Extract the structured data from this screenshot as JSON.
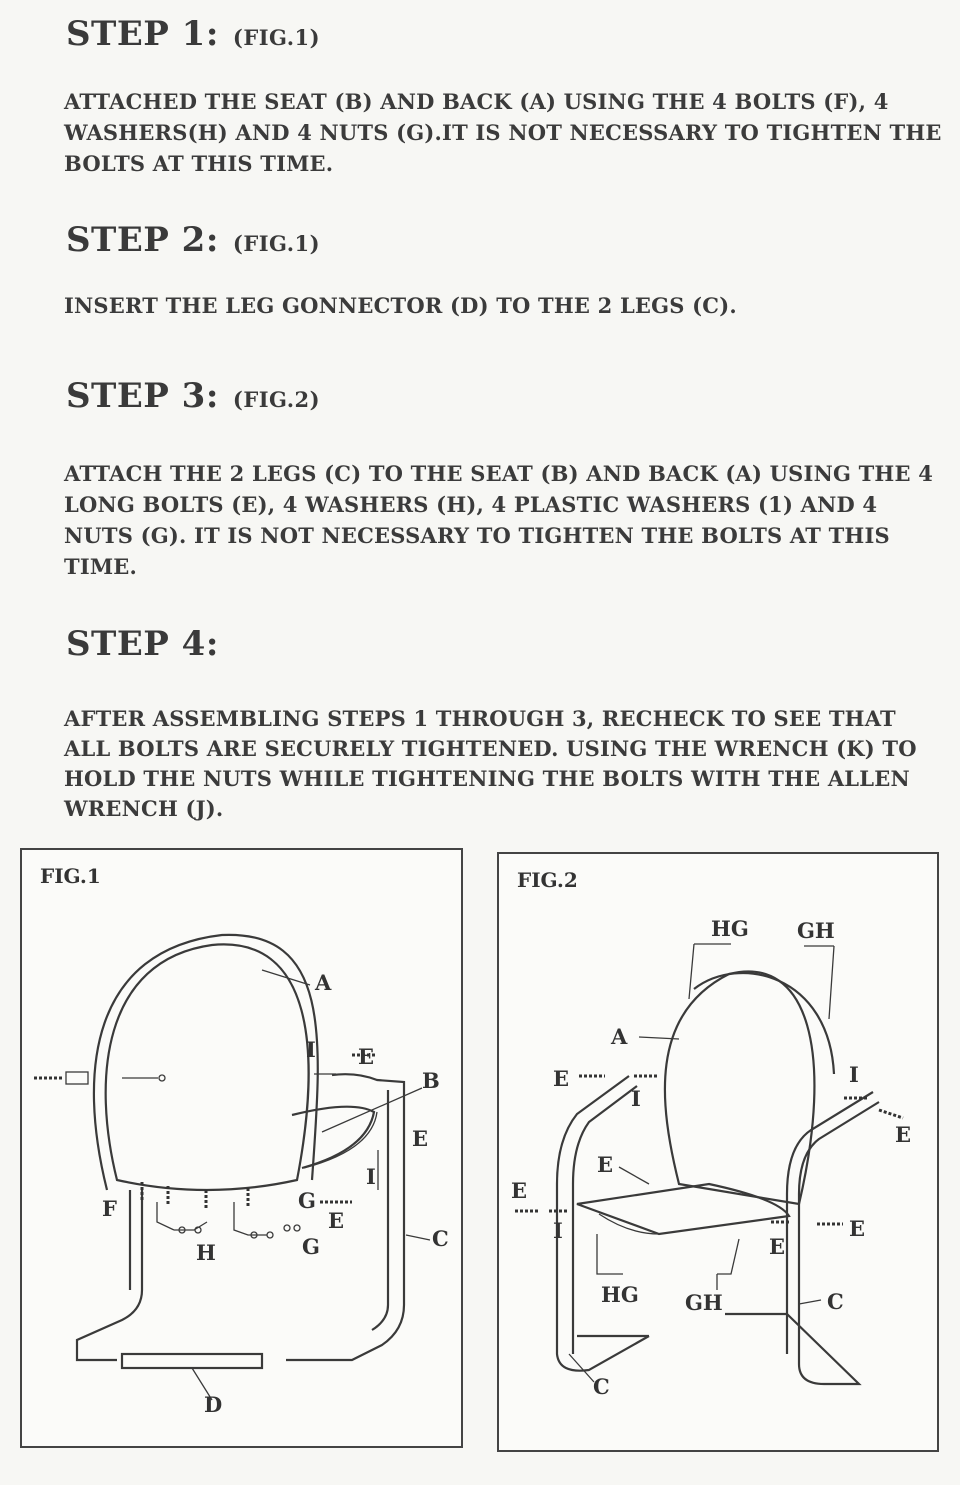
{
  "steps": [
    {
      "title": "STEP 1:",
      "fig": "(FIG.1)",
      "body": "ATTACHED THE SEAT (B) AND BACK (A) USING THE 4 BOLTS (F), 4 WASHERS(H) AND 4 NUTS (G).IT IS NOT NECESSARY TO TIGHTEN THE BOLTS AT THIS TIME."
    },
    {
      "title": "STEP 2:",
      "fig": "(FIG.1)",
      "body": "INSERT THE LEG GONNECTOR (D) TO THE 2 LEGS (C)."
    },
    {
      "title": "STEP 3:",
      "fig": "(FIG.2)",
      "body": "ATTACH THE 2 LEGS (C) TO THE SEAT (B) AND BACK (A) USING THE 4 LONG BOLTS (E), 4 WASHERS (H), 4 PLASTIC WASHERS (1) AND 4 NUTS (G). IT IS NOT NECESSARY TO TIGHTEN THE BOLTS AT THIS TIME."
    },
    {
      "title": "STEP 4:",
      "fig": "",
      "body": "AFTER ASSEMBLING STEPS 1 THROUGH 3, RECHECK TO SEE THAT ALL BOLTS ARE SECURELY TIGHTENED. USING THE WRENCH (K) TO HOLD THE NUTS WHILE TIGHTENING THE BOLTS WITH THE ALLEN WRENCH (J)."
    }
  ],
  "fig1": {
    "title": "FIG.1",
    "labels": {
      "a": "A",
      "b": "B",
      "c": "C",
      "d": "D",
      "e1": "E",
      "e2": "E",
      "e3": "E",
      "f": "F",
      "g1": "G",
      "g2": "G",
      "h": "H",
      "i1": "I",
      "i2": "I"
    }
  },
  "fig2": {
    "title": "FIG.2",
    "labels": {
      "hg1": "HG",
      "gh1": "GH",
      "a": "A",
      "e1": "E",
      "e2": "E",
      "e3": "E",
      "e4": "E",
      "e5": "E",
      "e6": "E",
      "i1": "I",
      "i2": "I",
      "i3": "I",
      "hg2": "HG",
      "gh2": "GH",
      "c1": "C",
      "c2": "C"
    }
  }
}
